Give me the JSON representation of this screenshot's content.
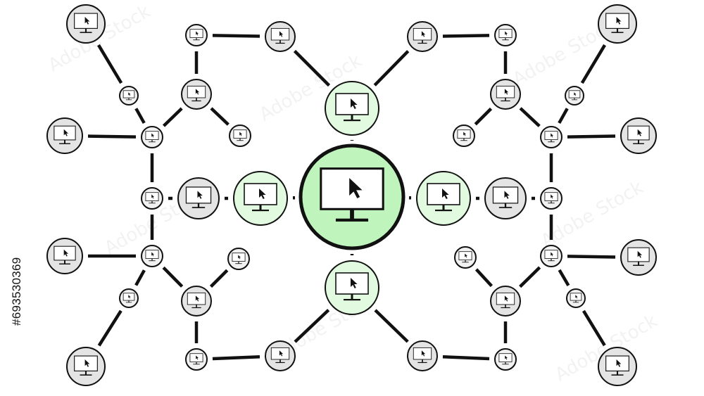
{
  "watermark": {
    "text": "Adobe Stock",
    "id": "#693530369"
  },
  "colors": {
    "line": "#111111",
    "hub_fill": "#bff5bc",
    "inner_fill": "#e2fbe0",
    "node_fill": "#e4e4e4",
    "small_fill": "#f1f1f1",
    "screen": "#ffffff"
  },
  "icons": {
    "node_icon": "monitor-cursor-icon"
  },
  "diagram": {
    "type": "network",
    "node_count": 45,
    "edge_count": 48,
    "center": "central-hub-monitor"
  }
}
